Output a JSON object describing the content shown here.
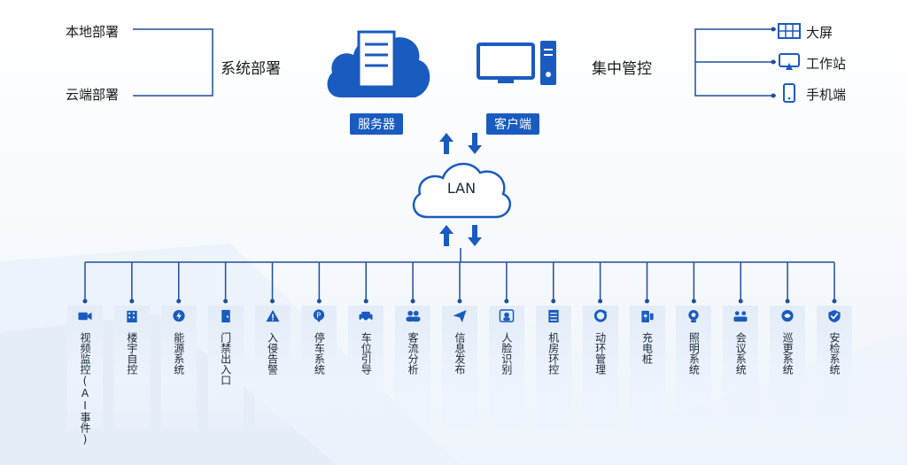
{
  "deploy": {
    "local": "本地部署",
    "cloud": "云端部署",
    "label": "系统部署"
  },
  "server": {
    "label": "服务器"
  },
  "client": {
    "label": "客户端"
  },
  "central": {
    "label": "集中管控",
    "items": [
      "大屏",
      "工作站",
      "手机端"
    ]
  },
  "lan": {
    "label": "LAN"
  },
  "subsystems": [
    {
      "label": "视频监控(AI事件)",
      "icon": "camera-icon"
    },
    {
      "label": "楼宇自控",
      "icon": "building-icon"
    },
    {
      "label": "能源系统",
      "icon": "energy-icon"
    },
    {
      "label": "门禁出入口",
      "icon": "door-icon"
    },
    {
      "label": "入侵告警",
      "icon": "alarm-icon"
    },
    {
      "label": "停车系统",
      "icon": "parking-icon"
    },
    {
      "label": "车位引导",
      "icon": "car-icon"
    },
    {
      "label": "客流分析",
      "icon": "people-icon"
    },
    {
      "label": "信息发布",
      "icon": "send-icon"
    },
    {
      "label": "人脸识别",
      "icon": "face-icon"
    },
    {
      "label": "机房环控",
      "icon": "server-room-icon"
    },
    {
      "label": "动环管理",
      "icon": "cycle-icon"
    },
    {
      "label": "充电桩",
      "icon": "charger-icon"
    },
    {
      "label": "照明系统",
      "icon": "light-icon"
    },
    {
      "label": "会议系统",
      "icon": "meeting-icon"
    },
    {
      "label": "巡更系统",
      "icon": "patrol-icon"
    },
    {
      "label": "安检系统",
      "icon": "shield-icon"
    }
  ],
  "colors": {
    "primary": "#1a5bbf",
    "line": "#1e4f9e",
    "column": "#e3ecf8"
  }
}
